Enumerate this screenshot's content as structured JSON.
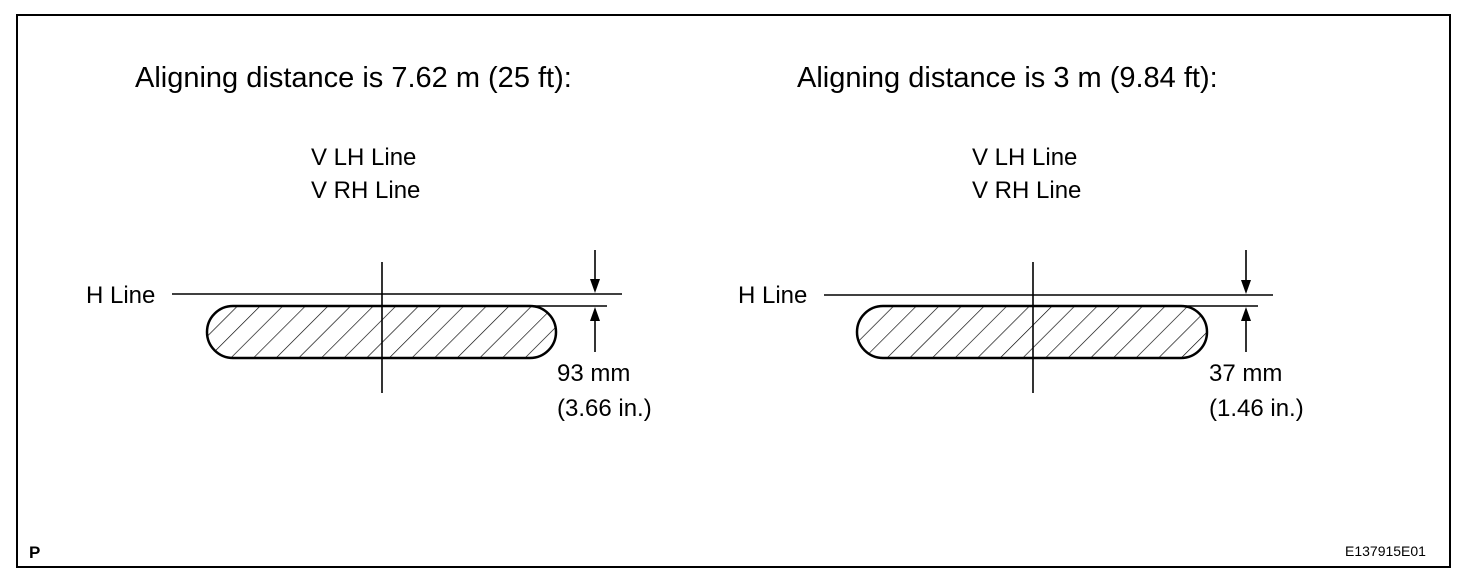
{
  "panels": [
    {
      "title": "Aligning distance is 7.62 m (25 ft):",
      "v_lh": "V LH Line",
      "v_rh": "V RH Line",
      "h_line": "H Line",
      "dim_metric": "93 mm",
      "dim_imperial": "(3.66 in.)"
    },
    {
      "title": "Aligning distance is 3 m (9.84 ft):",
      "v_lh": "V LH Line",
      "v_rh": "V RH Line",
      "h_line": "H Line",
      "dim_metric": "37 mm",
      "dim_imperial": "(1.46 in.)"
    }
  ],
  "corner_label": "P",
  "figure_code": "E137915E01"
}
